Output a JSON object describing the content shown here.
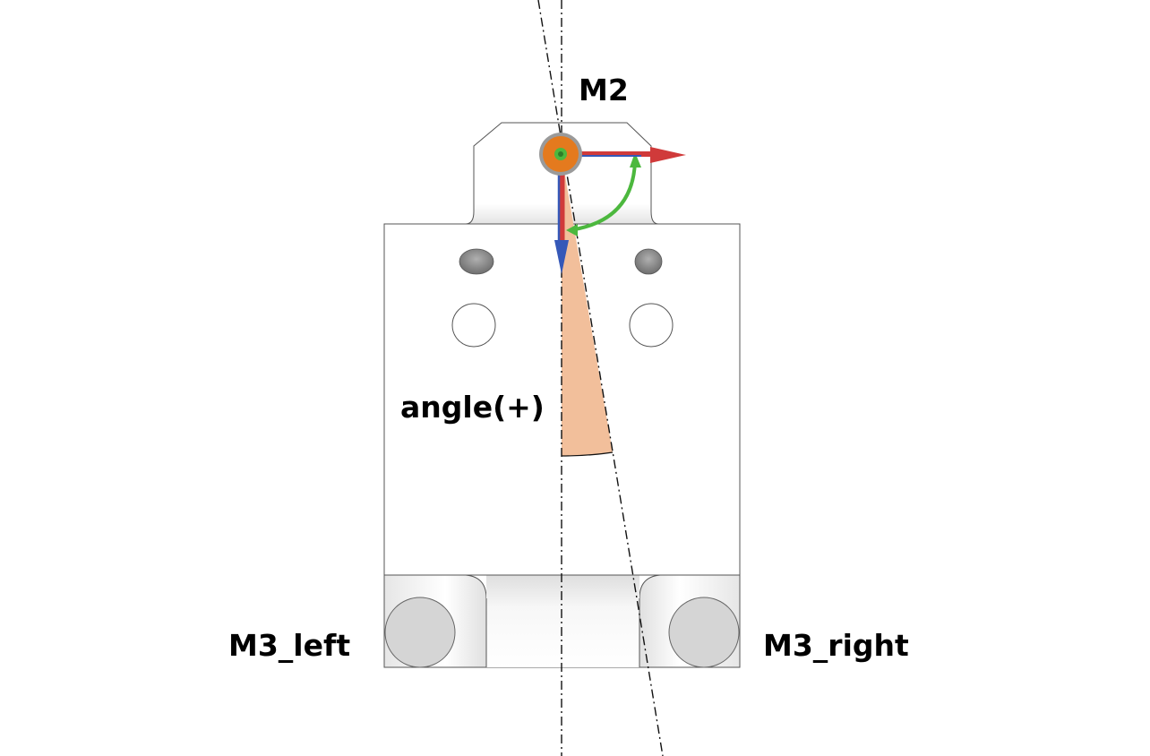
{
  "labels": {
    "m2": "M2",
    "angle": "angle(+)",
    "m3_left": "M3_left",
    "m3_right": "M3_right"
  },
  "colors": {
    "outline": "#555555",
    "part_fill": "#ffffff",
    "foot_fill": "#f0f0f0",
    "pin_fill": "#d5d5d5",
    "slot_fill": "#8a8a8a",
    "angle_wedge": "#f2bf9b",
    "joint_orange": "#e47a1e",
    "axis_red": "#d03a3a",
    "axis_blue": "#3558b8",
    "axis_green": "#4cb83e",
    "centerline": "#111111"
  },
  "icons": {
    "joint": "revolute-joint-icon",
    "x_axis": "x-axis-arrow",
    "y_axis": "y-axis-arrow",
    "rotation": "rotation-arc-arrow"
  }
}
